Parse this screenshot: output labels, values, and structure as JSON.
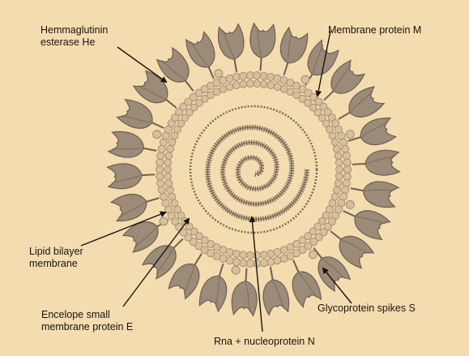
{
  "labels": {
    "hemagglutinin": {
      "lines": [
        "Hemmaglutinin",
        "esterase He"
      ]
    },
    "membrane_protein": {
      "lines": [
        "Membrane protein M"
      ]
    },
    "lipid_bilayer": {
      "lines": [
        "Lipid bilayer",
        "membrane"
      ]
    },
    "envelope_protein": {
      "lines": [
        "Encelope small",
        "membrane protein E"
      ]
    },
    "glycoprotein": {
      "lines": [
        "Glycoprotein spikes S"
      ]
    },
    "rna": {
      "lines": [
        "Rna + nucleoprotein N"
      ]
    }
  },
  "colors": {
    "background": "#f3dcaf",
    "spike": "#9c8b78",
    "spike_dark": "#6e5f50",
    "bead": "#d9bf9a",
    "bead_outline": "#a08c72",
    "rna": "#7d6a58",
    "arrow": "#1a1410"
  }
}
